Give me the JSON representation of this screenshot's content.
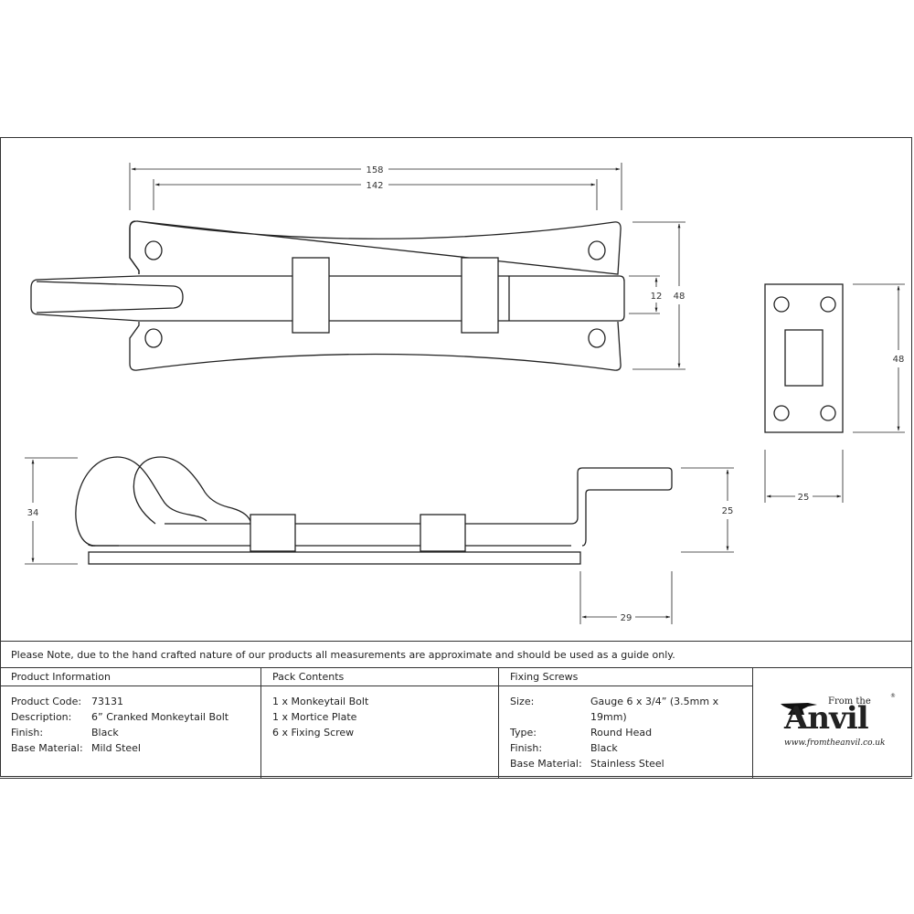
{
  "drawing": {
    "top_view": {
      "dim_overall_length": "158",
      "dim_hole_centres": "142",
      "dim_bolt_width": "12",
      "dim_plate_height": "48"
    },
    "keep_plate": {
      "dim_height": "48",
      "dim_width": "25"
    },
    "side_view": {
      "dim_overall_height": "34",
      "dim_crank_height": "25",
      "dim_crank_length": "29"
    }
  },
  "note": "Please Note, due to the hand crafted nature of our products all measurements are approximate and should be used as a guide only.",
  "product_information": {
    "heading": "Product Information",
    "rows": [
      {
        "label": "Product Code:",
        "value": "73131"
      },
      {
        "label": "Description:",
        "value": "6” Cranked Monkeytail Bolt"
      },
      {
        "label": "Finish:",
        "value": "Black"
      },
      {
        "label": "Base Material:",
        "value": "Mild Steel"
      }
    ]
  },
  "pack_contents": {
    "heading": "Pack Contents",
    "items": [
      "1 x Monkeytail Bolt",
      "1 x Mortice Plate",
      "6 x Fixing Screw"
    ]
  },
  "fixing_screws": {
    "heading": "Fixing Screws",
    "rows": [
      {
        "label": "Size:",
        "value": "Gauge 6 x 3/4” (3.5mm x 19mm)"
      },
      {
        "label": "Type:",
        "value": "Round Head"
      },
      {
        "label": "Finish:",
        "value": "Black"
      },
      {
        "label": "Base Material:",
        "value": "Stainless Steel"
      }
    ]
  },
  "logo": {
    "from_the": "From the",
    "anvil": "Anvil",
    "url": "www.fromtheanvil.co.uk",
    "registered": "®"
  }
}
